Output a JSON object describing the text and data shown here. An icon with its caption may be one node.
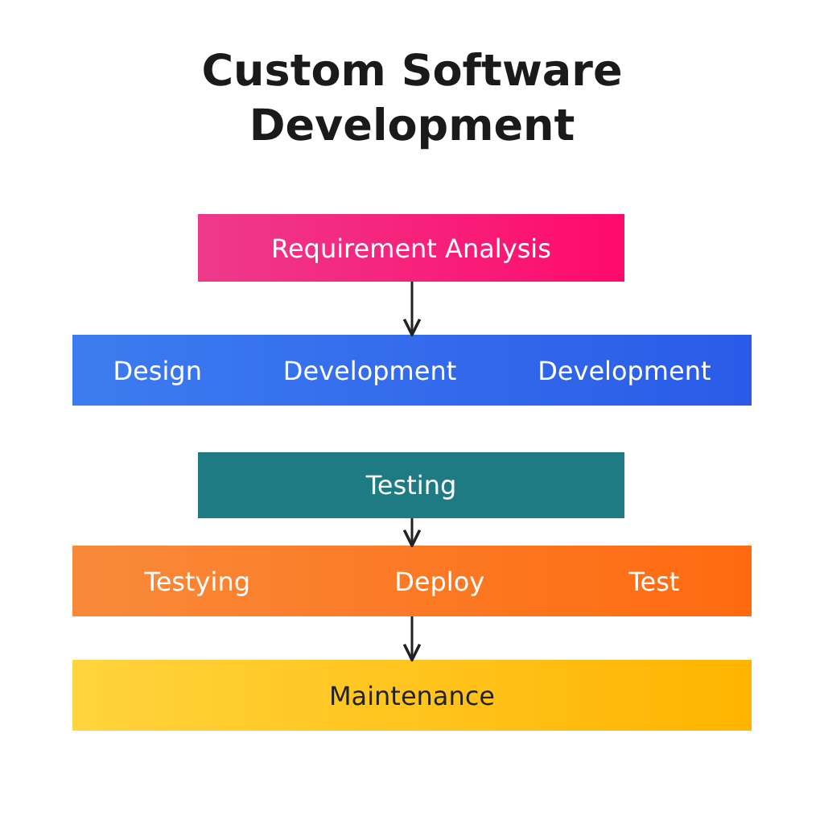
{
  "diagram": {
    "title": "Custom Software Development",
    "nodes": [
      {
        "text": [
          "Requirement Analysis"
        ]
      },
      {
        "text": [
          "Design",
          "Development",
          "Development"
        ]
      },
      {
        "text": [
          "Testing"
        ]
      },
      {
        "text": [
          "Testying",
          "Deploy",
          "Test"
        ]
      },
      {
        "text": [
          "Maintenance"
        ]
      }
    ],
    "edges": [
      {
        "from": 0,
        "to": 1,
        "arrow": "to"
      },
      {
        "from": 2,
        "to": 3,
        "arrow": "to"
      },
      {
        "from": 3,
        "to": 4,
        "arrow": "to"
      }
    ]
  }
}
